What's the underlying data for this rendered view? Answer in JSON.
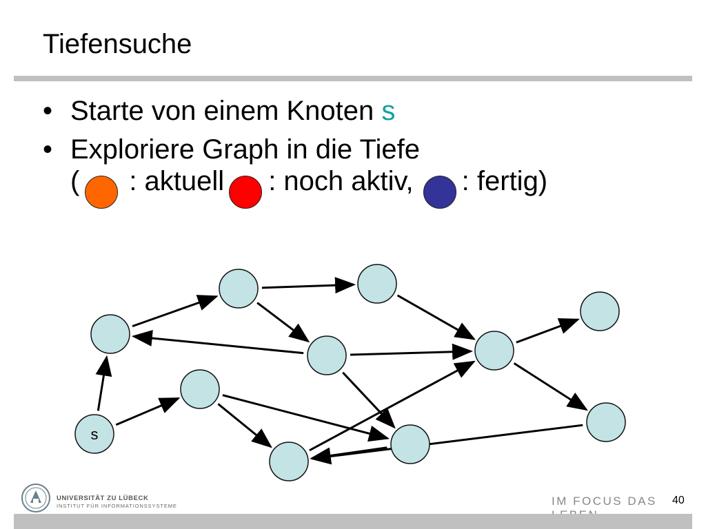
{
  "title": "Tiefensuche",
  "bullets": [
    {
      "bullet": "•",
      "text": "Starte von einem Knoten ",
      "accent": "s"
    },
    {
      "bullet": "•",
      "text": "Exploriere Graph in die Tiefe",
      "legend": {
        "open": "(",
        "current_label": ": aktuell",
        "active_label": ": noch aktiv,",
        "done_label": ": fertig)"
      }
    }
  ],
  "colors": {
    "current": "#ff6600",
    "active": "#ff0000",
    "done": "#333399",
    "node_fill": "#c3e3e5",
    "accent_s": "#12a0a0",
    "rule": "#c0c0c0"
  },
  "graph": {
    "nodes": [
      {
        "id": "n1",
        "label": ""
      },
      {
        "id": "n2",
        "label": ""
      },
      {
        "id": "n3",
        "label": ""
      },
      {
        "id": "n4",
        "label": ""
      },
      {
        "id": "n5",
        "label": ""
      },
      {
        "id": "n6",
        "label": ""
      },
      {
        "id": "n7",
        "label": ""
      },
      {
        "id": "n8",
        "label": ""
      },
      {
        "id": "n9",
        "label": ""
      },
      {
        "id": "n10",
        "label": ""
      },
      {
        "id": "s",
        "label": "s"
      },
      {
        "id": "n12",
        "label": ""
      }
    ],
    "edges": [
      {
        "from": "s",
        "to": "n4"
      },
      {
        "from": "s",
        "to": "n6"
      },
      {
        "from": "n4",
        "to": "n1"
      },
      {
        "from": "n1",
        "to": "n2"
      },
      {
        "from": "n1",
        "to": "n5"
      },
      {
        "from": "n5",
        "to": "n4"
      },
      {
        "from": "n5",
        "to": "n7"
      },
      {
        "from": "n5",
        "to": "n9"
      },
      {
        "from": "n2",
        "to": "n7"
      },
      {
        "from": "n7",
        "to": "n3"
      },
      {
        "from": "n7",
        "to": "n8"
      },
      {
        "from": "n6",
        "to": "n9"
      },
      {
        "from": "n6",
        "to": "n10"
      },
      {
        "from": "n9",
        "to": "n10"
      },
      {
        "from": "n10",
        "to": "n7"
      },
      {
        "from": "n8",
        "to": "n10"
      }
    ]
  },
  "footer": {
    "university": "UNIVERSITÄT ZU LÜBECK",
    "institute": "INSTITUT FÜR INFORMATIONSSYSTEME",
    "slogan": "IM FOCUS DAS LEBEN",
    "page_number": "40"
  }
}
